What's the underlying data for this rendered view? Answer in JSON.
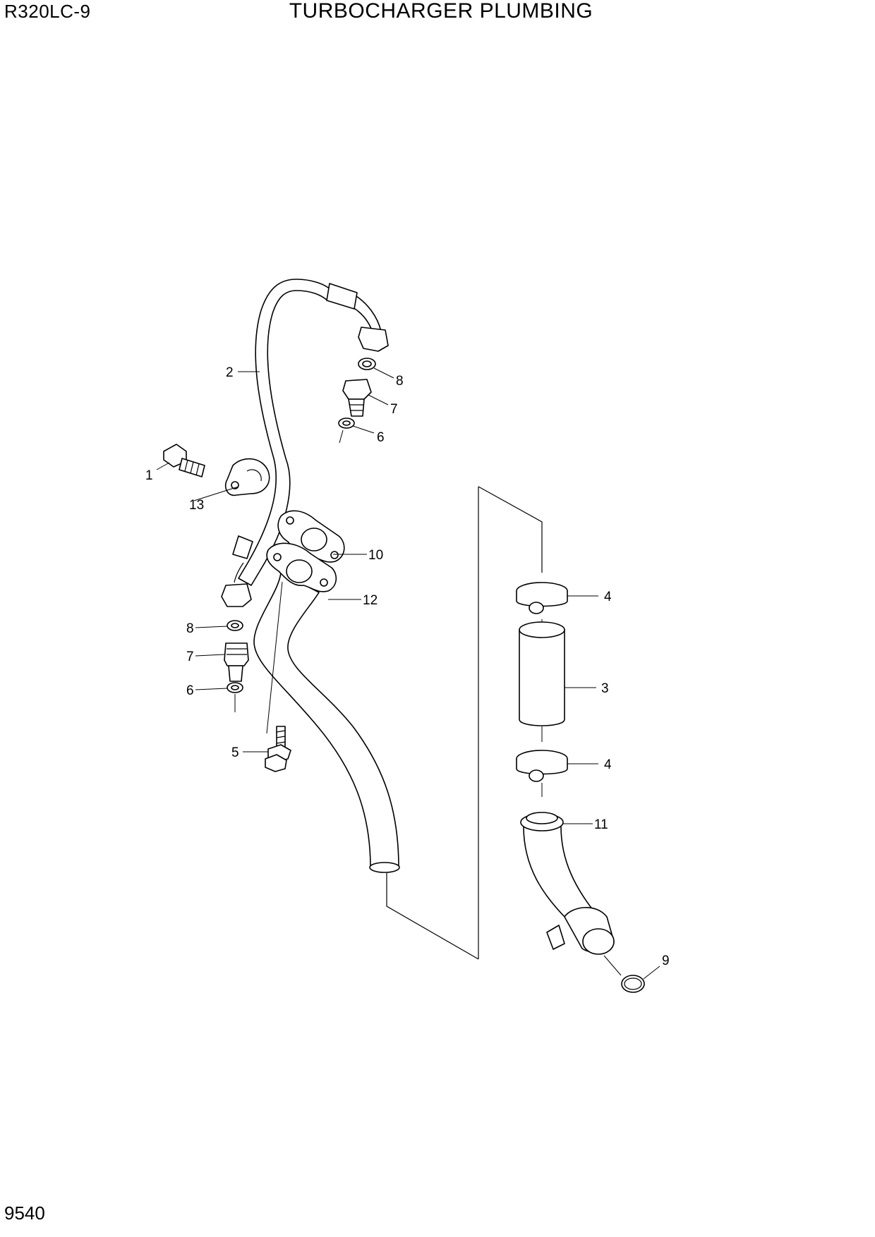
{
  "header": {
    "model": "R320LC-9",
    "title": "TURBOCHARGER PLUMBING"
  },
  "footer": {
    "page_number": "9540"
  },
  "callouts": [
    "1",
    "2",
    "3",
    "4",
    "4",
    "5",
    "6",
    "6",
    "7",
    "7",
    "8",
    "8",
    "9",
    "10",
    "11",
    "12",
    "13"
  ]
}
